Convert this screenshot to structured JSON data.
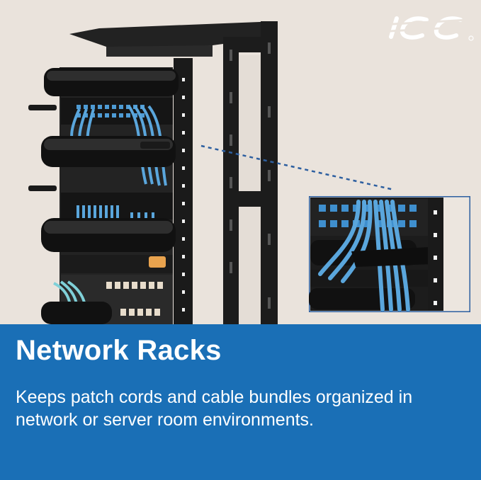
{
  "banner": {
    "title": "Network Racks",
    "description": "Keeps patch cords and cable bundles organized in network or server room environments."
  },
  "logo": {
    "text": "ICC",
    "icon": "icc-logo-icon",
    "color": "#ffffff"
  },
  "photo": {
    "subject": "rack-photo",
    "inset_icon": "zoom-detail-inset"
  },
  "colors": {
    "banner": "#1a6fb6",
    "background": "#eae3dc",
    "rack": "#1c1c1c",
    "patch_cord_blue": "#5aa6dc",
    "patch_cord_orange": "#e8803a",
    "patch_cord_aqua": "#7fd0d8",
    "dotted_line": "#2d5fa0"
  }
}
